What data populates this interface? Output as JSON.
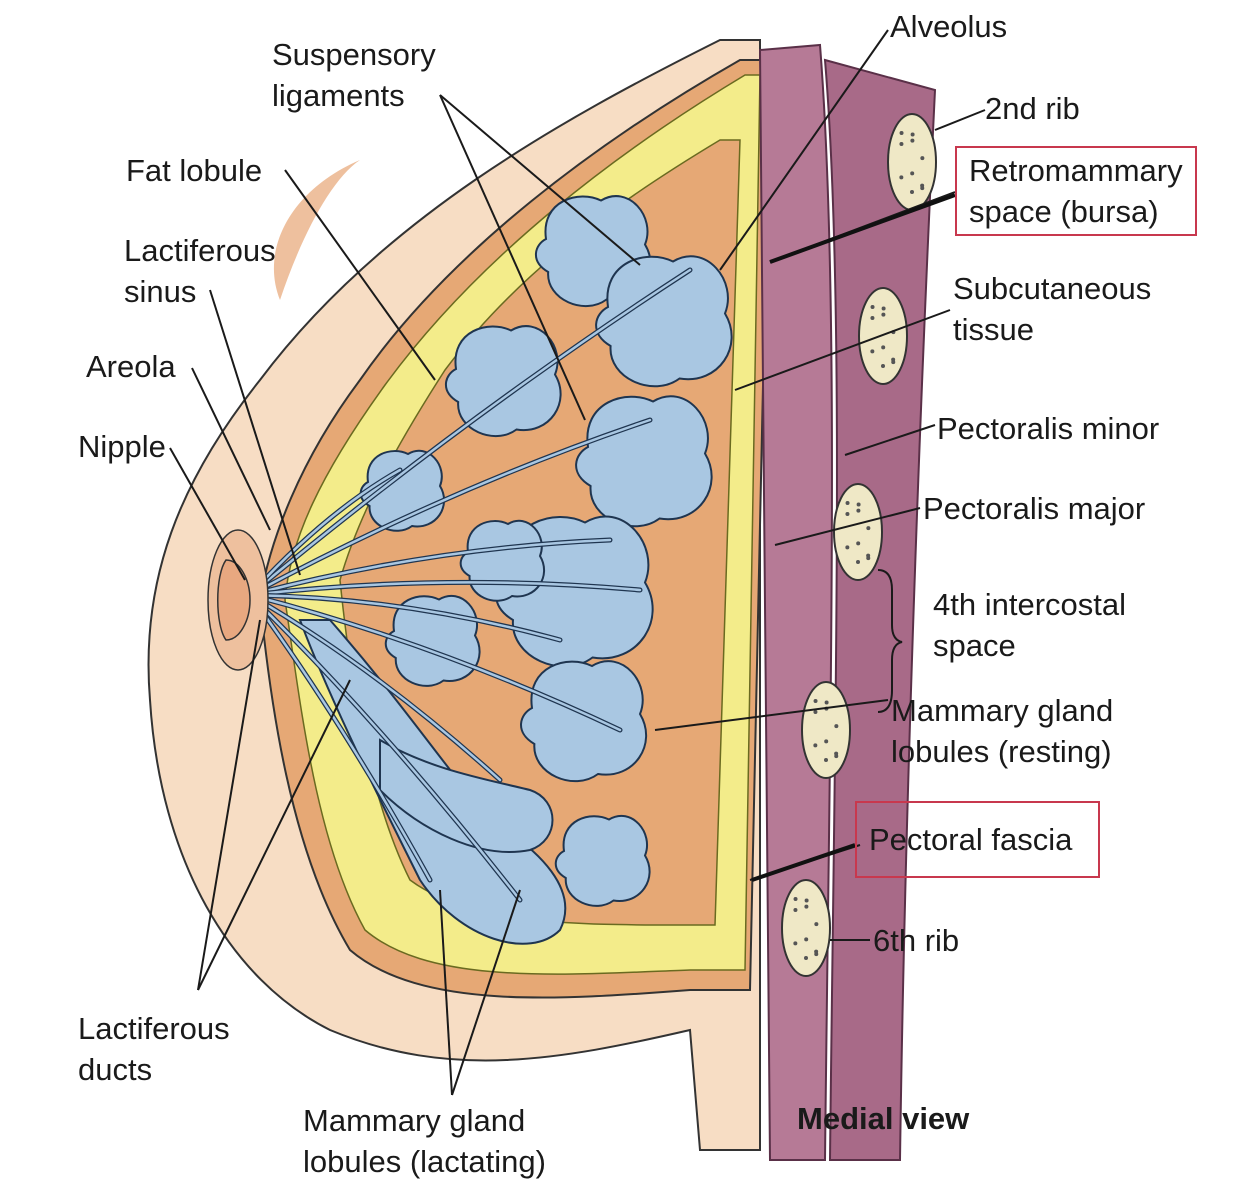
{
  "colors": {
    "skin": "#f7ddc4",
    "skin_dark": "#eec09e",
    "stroma": "#e6a875",
    "fat": "#f3ec8a",
    "lobule": "#a9c7e2",
    "muscle": "#b67a96",
    "rib": "#efe8c6",
    "highlight_box": "#c8384e",
    "line": "#1a1a1a"
  },
  "labels": {
    "alveolus": "Alveolus",
    "suspensory": [
      "Suspensory",
      "ligaments"
    ],
    "rib2": "2nd rib",
    "fat_lobule": "Fat lobule",
    "retromammary": [
      "Retromammary",
      "space (bursa)"
    ],
    "lactiferous_sinus": [
      "Lactiferous",
      "sinus"
    ],
    "subcutaneous": [
      "Subcutaneous",
      "tissue"
    ],
    "areola": "Areola",
    "pect_minor": "Pectoralis minor",
    "nipple": "Nipple",
    "pect_major": "Pectoralis major",
    "intercostal": [
      "4th intercostal",
      "space"
    ],
    "gland_resting": [
      "Mammary gland",
      "lobules (resting)"
    ],
    "pect_fascia": "Pectoral fascia",
    "rib6": "6th rib",
    "lact_ducts": [
      "Lactiferous",
      "ducts"
    ],
    "gland_lactating": [
      "Mammary gland",
      "lobules (lactating)"
    ],
    "view": "Medial view"
  }
}
